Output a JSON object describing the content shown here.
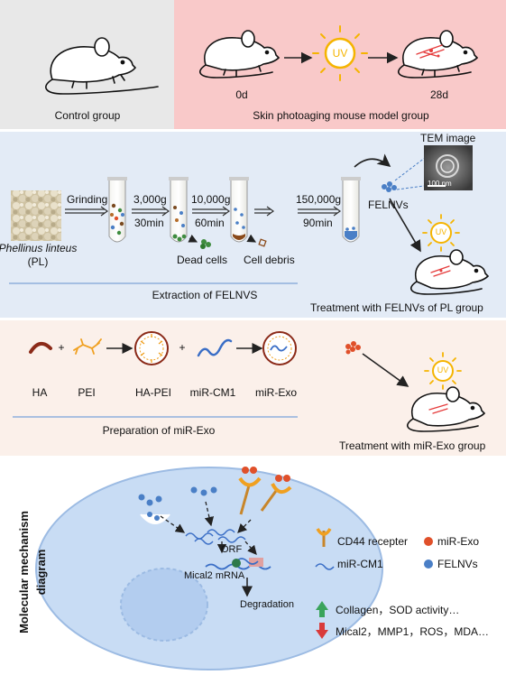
{
  "colors": {
    "control_bg": "#e8e8e8",
    "model_bg": "#f9c9c9",
    "extraction_bg": "#e3ebf6",
    "mirexo_bg": "#fbf0ea",
    "cell_fill": "#c8dcf4",
    "cell_stroke": "#9cbbe3",
    "felnv_blue": "#4a7fc6",
    "mirexo_red": "#e0502a",
    "uv_yellow": "#f5b400",
    "up_green": "#3aa45b",
    "down_red": "#d93a3a",
    "divider_blue": "#8fb0dc"
  },
  "top": {
    "control_label": "Control group",
    "model_label": "Skin photoaging mouse model group",
    "day_start": "0d",
    "day_end": "28d",
    "uv": "UV"
  },
  "extraction": {
    "source_name": "Phellinus linteus",
    "source_abbr": "(PL)",
    "step_grinding": "Grinding",
    "step1_speed": "3,000g",
    "step1_time": "30min",
    "step2_speed": "10,000g",
    "step2_time": "60min",
    "step3_speed": "150,000g",
    "step3_time": "90min",
    "dead_cells": "Dead cells",
    "cell_debris": "Cell debris",
    "felnvs": "FELNVs",
    "tem_title": "TEM image",
    "tem_scale": "100 nm",
    "section_title": "Extraction of  FELNVS",
    "treatment_title": "Treatment with FELNVs of PL group",
    "uv": "UV"
  },
  "prep": {
    "plus1": "+",
    "plus2": "+",
    "ha": "HA",
    "pei": "PEI",
    "ha_pei": "HA-PEI",
    "mir_cm1": "miR-CM1",
    "mir_exo": "miR-Exo",
    "section_title": "Preparation of miR-Exo",
    "treatment_title": "Treatment with miR-Exo group",
    "uv": "UV"
  },
  "mechanism": {
    "side_title_line1": "Molecular mechanism",
    "side_title_line2": "diagram",
    "orf": "ORF",
    "mrna": "Mical2 mRNA",
    "degradation": "Degradation",
    "legend_cd44": "CD44 recepter",
    "legend_mirexo": "miR-Exo",
    "legend_mircm1": "miR-CM1",
    "legend_felnvs": "FELNVs",
    "up_text": "Collagen，SOD activity…",
    "down_text": "Mical2，MMP1，ROS，MDA…"
  }
}
